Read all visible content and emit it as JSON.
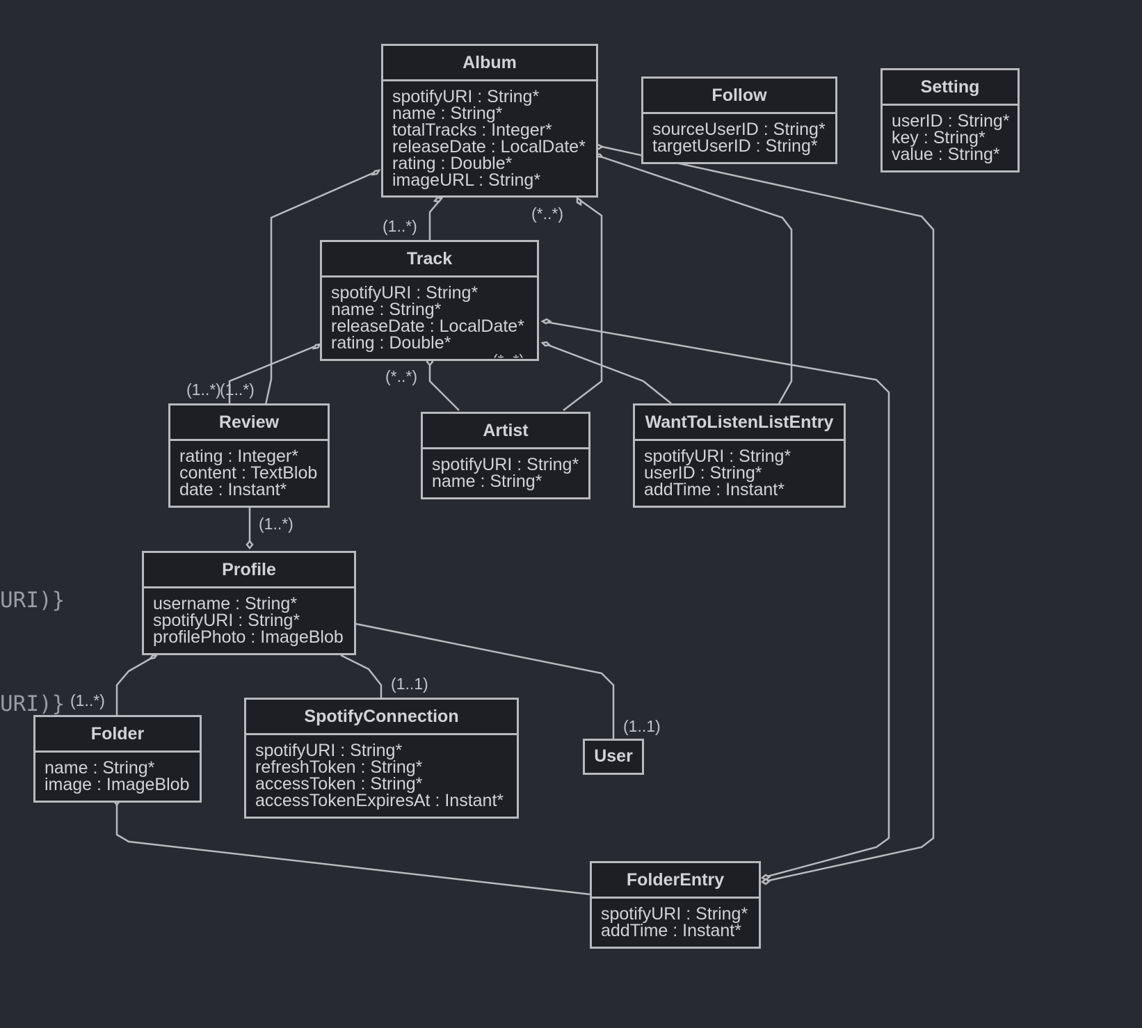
{
  "entities": {
    "album": {
      "title": "Album",
      "fields": [
        "spotifyURI : String*",
        "name : String*",
        "totalTracks : Integer*",
        "releaseDate : LocalDate*",
        "rating : Double*",
        "imageURL : String*"
      ]
    },
    "follow": {
      "title": "Follow",
      "fields": [
        "sourceUserID : String*",
        "targetUserID : String*"
      ]
    },
    "setting": {
      "title": "Setting",
      "fields": [
        "userID : String*",
        "key : String*",
        "value : String*"
      ]
    },
    "track": {
      "title": "Track",
      "fields": [
        "spotifyURI : String*",
        "name : String*",
        "releaseDate : LocalDate*",
        "rating : Double*"
      ]
    },
    "review": {
      "title": "Review",
      "fields": [
        "rating : Integer*",
        "content : TextBlob",
        "date : Instant*"
      ]
    },
    "artist": {
      "title": "Artist",
      "fields": [
        "spotifyURI : String*",
        "name : String*"
      ]
    },
    "wanttolisten": {
      "title": "WantToListenListEntry",
      "fields": [
        "spotifyURI : String*",
        "userID : String*",
        "addTime : Instant*"
      ]
    },
    "profile": {
      "title": "Profile",
      "fields": [
        "username : String*",
        "spotifyURI : String*",
        "profilePhoto : ImageBlob"
      ]
    },
    "folder": {
      "title": "Folder",
      "fields": [
        "name : String*",
        "image : ImageBlob"
      ]
    },
    "spotifyconnection": {
      "title": "SpotifyConnection",
      "fields": [
        "spotifyURI : String*",
        "refreshToken : String*",
        "accessToken : String*",
        "accessTokenExpiresAt : Instant*"
      ]
    },
    "user": {
      "title": "User",
      "fields": []
    },
    "folderentry": {
      "title": "FolderEntry",
      "fields": [
        "spotifyURI : String*",
        "addTime : Instant*"
      ]
    }
  },
  "multiplicities": {
    "album_track": "(1..*)",
    "album_artist": "(*..*)",
    "track_artist": "(*..*)",
    "track_artist_hidden": "(*..*)",
    "review_track": "(1..*)",
    "review_album": "(1..*)",
    "review_profile": "(1..*)",
    "profile_spotifyconnection": "(1..1)",
    "profile_user": "(1..1)",
    "profile_folder": "(1..*)"
  },
  "code_fragments": [
    "URI)}",
    "URI)}"
  ],
  "colors": {
    "background": "#282a31",
    "box_fill": "#1e1f24",
    "stroke": "#b9babd",
    "text": "#d2d3d6"
  }
}
